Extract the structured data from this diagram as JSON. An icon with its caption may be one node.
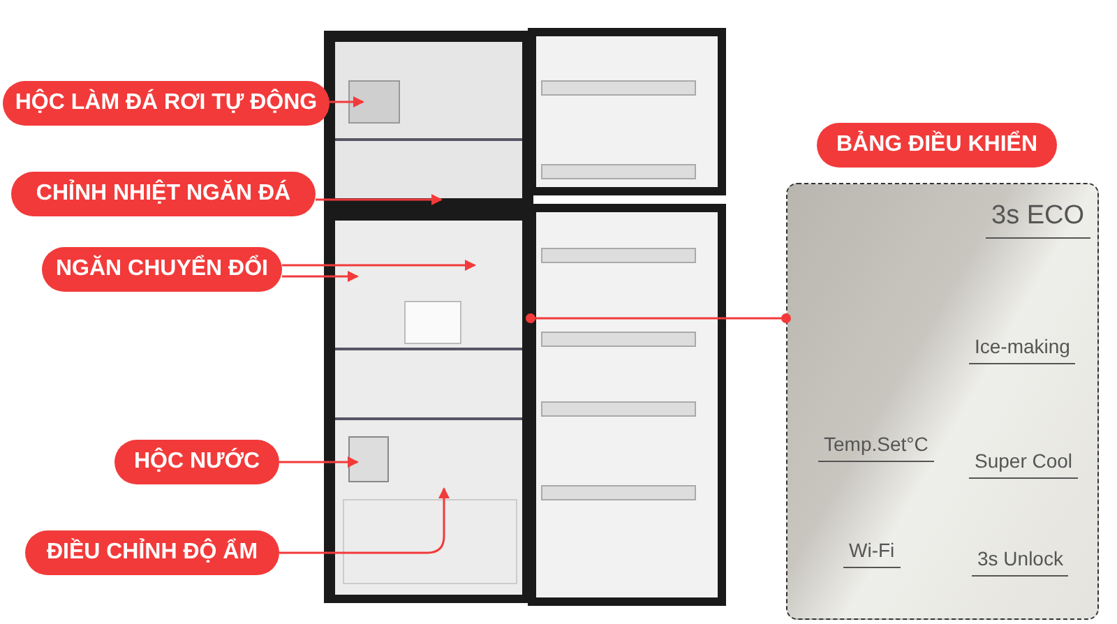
{
  "diagram": {
    "nodes": [
      {
        "text": [
          "HỘC LÀM ĐÁ RƠI TỰ ĐỘNG"
        ]
      },
      {
        "text": [
          "CHỈNH NHIỆT NGĂN ĐÁ"
        ]
      },
      {
        "text": [
          "NGĂN CHUYỂN ĐỔI"
        ]
      },
      {
        "text": [
          "HỘC NƯỚC"
        ]
      },
      {
        "text": [
          "ĐIỀU CHỈNH ĐỘ ẨM"
        ]
      },
      {
        "text": [
          "BẢNG ĐIỀU KHIỂN"
        ]
      },
      {
        "text": [],
        "shape": "picture"
      },
      {
        "text": [
          "3s ECO",
          "Ice-making",
          "Temp.Set°C",
          "Super Cool",
          "Wi-Fi",
          "3s Unlock"
        ]
      }
    ],
    "edges": [
      {
        "from": 0,
        "to": 6,
        "arrow": "to"
      },
      {
        "from": 1,
        "to": 6,
        "arrow": "to"
      },
      {
        "from": 2,
        "to": 6,
        "arrow": "to"
      },
      {
        "from": 2,
        "to": 6,
        "arrow": "to"
      },
      {
        "from": 3,
        "to": 6,
        "arrow": "to"
      },
      {
        "from": 4,
        "to": 6,
        "arrow": "to"
      },
      {
        "from": 6,
        "to": 7,
        "arrow": "other"
      }
    ]
  }
}
